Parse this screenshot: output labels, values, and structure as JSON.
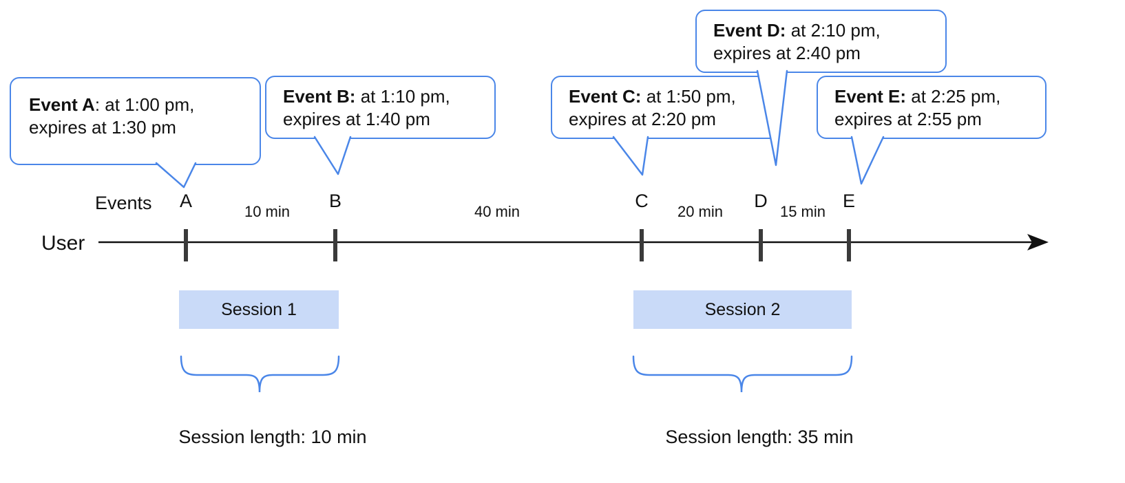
{
  "colors": {
    "accent_blue": "#4a86e8",
    "session_fill": "#c9daf8",
    "text": "#111111"
  },
  "timeline": {
    "user_label": "User",
    "events_label": "Events"
  },
  "events": [
    {
      "letter": "A"
    },
    {
      "letter": "B"
    },
    {
      "letter": "C"
    },
    {
      "letter": "D"
    },
    {
      "letter": "E"
    }
  ],
  "intervals": [
    {
      "label": "10 min"
    },
    {
      "label": "40 min"
    },
    {
      "label": "20 min"
    },
    {
      "label": "15 min"
    }
  ],
  "bubbles": [
    {
      "title": "Event A",
      "detail": ": at 1:00 pm,",
      "line2": "expires at 1:30 pm"
    },
    {
      "title": "Event B:",
      "detail": " at 1:10 pm,",
      "line2": "expires at 1:40 pm"
    },
    {
      "title": "Event C:",
      "detail": " at 1:50 pm,",
      "line2": "expires at 2:20 pm"
    },
    {
      "title": "Event D:",
      "detail": " at 2:10 pm,",
      "line2": "expires at 2:40 pm"
    },
    {
      "title": "Event E:",
      "detail": " at 2:25 pm,",
      "line2": "expires at 2:55 pm"
    }
  ],
  "sessions": [
    {
      "label": "Session 1",
      "length_label": "Session length: 10 min"
    },
    {
      "label": "Session 2",
      "length_label": "Session length: 35 min"
    }
  ]
}
